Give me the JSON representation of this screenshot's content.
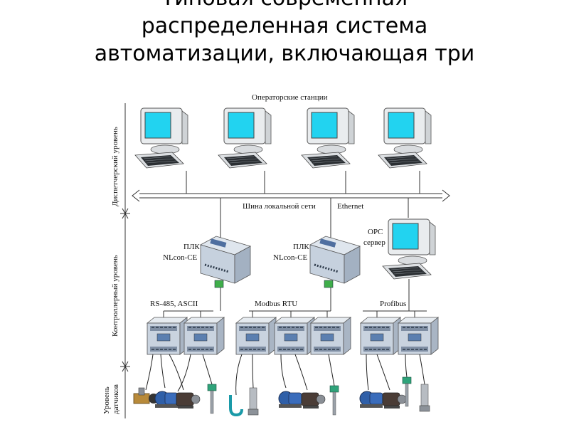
{
  "title": {
    "line1": "Типовая современная",
    "line2": "распределенная система",
    "line3": "автоматизации, включающая три"
  },
  "levels": {
    "dispatch": "Диспетчерский уровень",
    "control": "Контроллерный уровень",
    "sensor_line1": "Уровень",
    "sensor_line2": "датчиков"
  },
  "labels": {
    "operator_stations": "Операторские станции",
    "lan_bus": "Шина локальной сети",
    "ethernet": "Ethernet",
    "plc1_line1": "ПЛК",
    "plc1_line2": "NLcon-CE",
    "plc2_line1": "ПЛК",
    "plc2_line2": "NLcon-CE",
    "opc_line1": "OPC",
    "opc_line2": "сервер",
    "bus1": "RS-485, ASCII",
    "bus2": "Modbus RTU",
    "bus3": "Profibus"
  },
  "colors": {
    "screen": "#22d3f0",
    "module_body": "#c9d3df",
    "module_dark": "#7f8ea3",
    "line": "#333333"
  }
}
